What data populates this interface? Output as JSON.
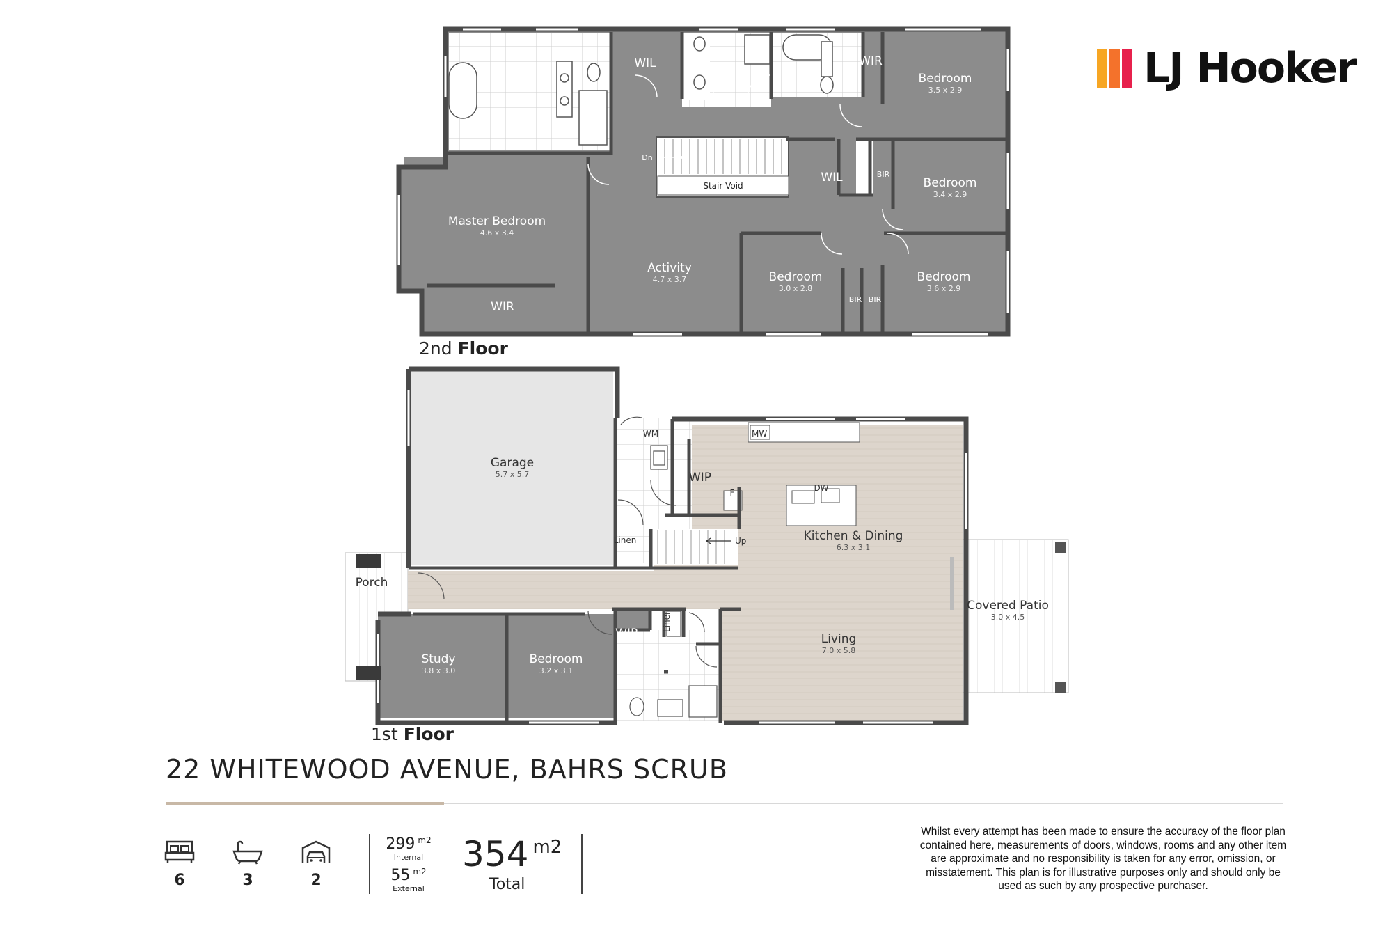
{
  "brand": {
    "name": "LJ Hooker",
    "bar_colors": [
      "#f7a623",
      "#f4722b",
      "#e7214c"
    ]
  },
  "floors": {
    "second": {
      "label_prefix": "2nd",
      "label_bold": "Floor",
      "rooms": {
        "wil_1": "WIL",
        "wir_1": "WIR",
        "bedroom_a": {
          "name": "Bedroom",
          "dims": "3.5 x 2.9"
        },
        "bir_1": "BIR",
        "bedroom_b": {
          "name": "Bedroom",
          "dims": "3.4 x 2.9"
        },
        "dn": "Dn",
        "stair_void": "Stair Void",
        "wil_2": "WIL",
        "master": {
          "name": "Master Bedroom",
          "dims": "4.6 x 3.4"
        },
        "activity": {
          "name": "Activity",
          "dims": "4.7 x 3.7"
        },
        "bedroom_c": {
          "name": "Bedroom",
          "dims": "3.0 x 2.8"
        },
        "bedroom_d": {
          "name": "Bedroom",
          "dims": "3.6 x 2.9"
        },
        "bir_2": "BIR",
        "bir_3": "BIR",
        "wir_2": "WIR"
      }
    },
    "first": {
      "label_prefix": "1st",
      "label_bold": "Floor",
      "rooms": {
        "garage": {
          "name": "Garage",
          "dims": "5.7 x 5.7"
        },
        "wm": "WM",
        "mw": "MW",
        "wip": "WIP",
        "f": "F",
        "dw": "DW",
        "kitchen": {
          "name": "Kitchen & Dining",
          "dims": "6.3 x 3.1"
        },
        "linen_1": "Linen",
        "up": "Up",
        "porch": "Porch",
        "covered_patio": {
          "name": "Covered Patio",
          "dims": "3.0 x 4.5"
        },
        "linen_2": "Linen",
        "wir": "WIR",
        "study": {
          "name": "Study",
          "dims": "3.8 x 3.0"
        },
        "bedroom": {
          "name": "Bedroom",
          "dims": "3.2 x 3.1"
        },
        "living": {
          "name": "Living",
          "dims": "7.0 x 5.8"
        }
      }
    }
  },
  "address": "22 WHITEWOOD AVENUE, BAHRS SCRUB",
  "features": [
    {
      "icon": "bed-icon",
      "value": "6"
    },
    {
      "icon": "bath-icon",
      "value": "3"
    },
    {
      "icon": "garage-icon",
      "value": "2"
    }
  ],
  "areas": {
    "internal": {
      "value": "299",
      "unit": "m2",
      "caption": "Internal"
    },
    "external": {
      "value": "55",
      "unit": "m2",
      "caption": "External"
    },
    "total": {
      "value": "354",
      "unit": "m2",
      "caption": "Total"
    }
  },
  "disclaimer": "Whilst every attempt has been made to ensure the accuracy of the floor plan contained here, measurements of doors, windows, rooms and any other item are approximate and no responsibility is taken for any error, omission, or misstatement. This plan is for illustrative purposes only and should only be used as such by any prospective purchaser."
}
